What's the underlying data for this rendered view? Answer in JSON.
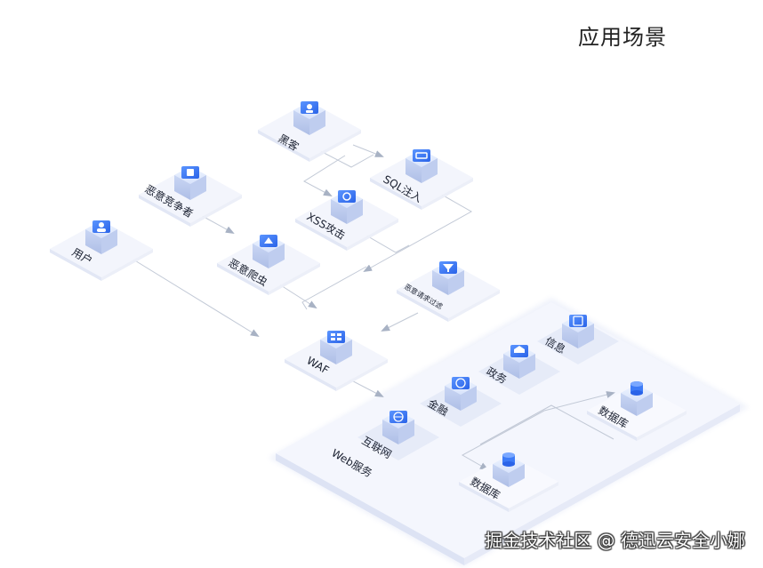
{
  "title": "应用场景",
  "watermark": "掘金技术社区 @ 德迅云安全小娜",
  "nodes": {
    "hacker": "黑客",
    "sql": "SQL注入",
    "xss": "XSS攻击",
    "competitor": "恶意竞争者",
    "crawler": "恶意爬虫",
    "user": "用户",
    "filter": "恶意请求过滤",
    "waf": "WAF",
    "info": "信息",
    "gov": "政务",
    "finance": "金融",
    "internet": "互联网",
    "webservice": "Web服务",
    "db1": "数据库",
    "db2": "数据库"
  },
  "colors": {
    "accent": "#3d7bf7",
    "line": "#b9c0cc",
    "platform": "#eef1fa"
  }
}
